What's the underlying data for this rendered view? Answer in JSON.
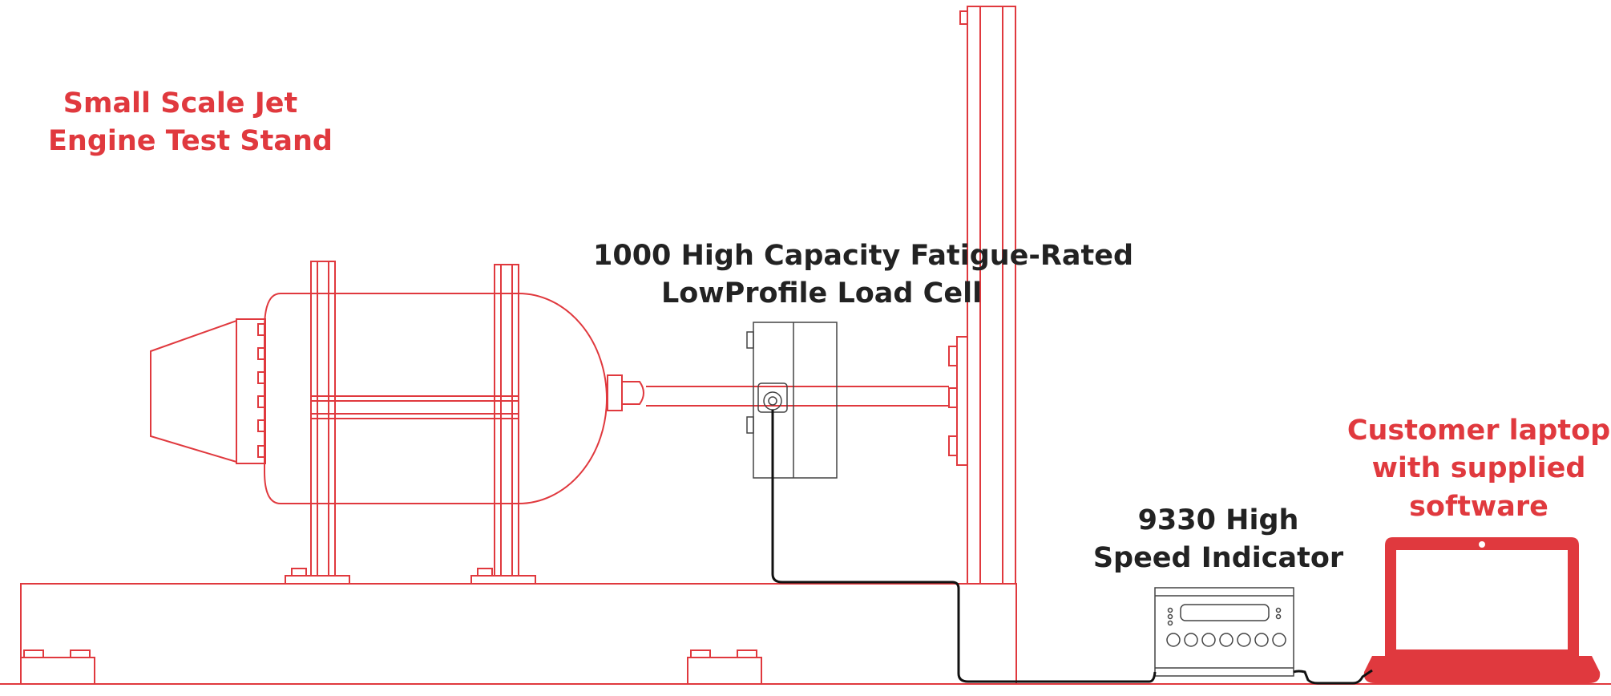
{
  "title": {
    "line1": "Small Scale Jet",
    "line2": "Engine Test Stand"
  },
  "load_cell": {
    "line1": "1000 High Capacity Fatigue-Rated",
    "line2": "LowProfile Load Cell"
  },
  "indicator": {
    "line1": "9330 High",
    "line2": "Speed Indicator"
  },
  "laptop": {
    "line1": "Customer laptop",
    "line2": "with supplied",
    "line3": "software"
  },
  "colors": {
    "accent": "#e0393e",
    "cable": "#111111",
    "device": "#444444"
  }
}
